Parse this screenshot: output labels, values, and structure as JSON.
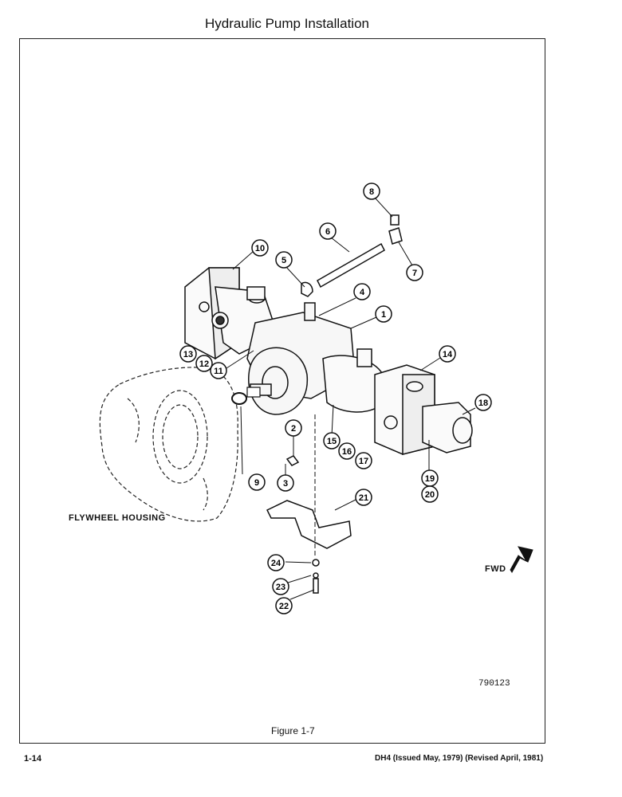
{
  "header": {
    "title": "Hydraulic Pump Installation"
  },
  "figure": {
    "labels": {
      "flywheel": "FLYWHEEL HOUSING",
      "fwd": "FWD",
      "drawing_id": "790123"
    },
    "callouts": [
      "1",
      "2",
      "3",
      "4",
      "5",
      "6",
      "7",
      "8",
      "9",
      "10",
      "11",
      "12",
      "13",
      "14",
      "15",
      "16",
      "17",
      "18",
      "19",
      "20",
      "21",
      "22",
      "23",
      "24"
    ],
    "caption": "Figure 1-7"
  },
  "footer": {
    "page": "1-14",
    "revision": "DH4 (Issued May, 1979) (Revised April, 1981)"
  }
}
